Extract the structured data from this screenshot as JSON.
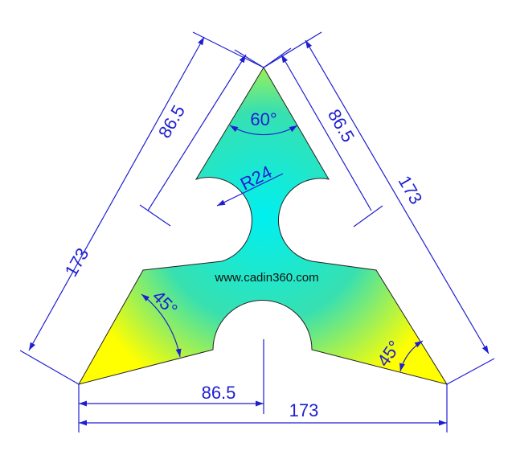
{
  "drawing": {
    "colors": {
      "dimension": "#1f1fd1",
      "gradient_center": "#00f0f0",
      "gradient_mid": "#38e0b0",
      "gradient_edge": "#ffff00"
    },
    "dimensions": {
      "top_angle": "60°",
      "radius": "R24",
      "left_partial": "86.5",
      "right_partial": "86.5",
      "left_full": "173",
      "right_full": "173",
      "bottom_partial": "86.5",
      "bottom_full": "173",
      "left_angle": "45°",
      "right_angle": "45°"
    },
    "watermark": "www.cadin360.com"
  }
}
